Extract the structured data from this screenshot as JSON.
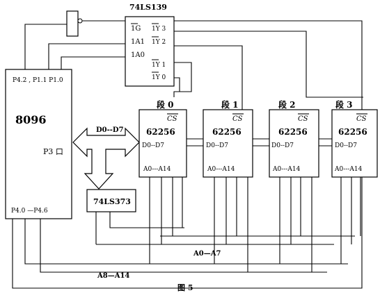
{
  "figure": {
    "caption": "图 5"
  },
  "cpu": {
    "name": "8096",
    "port_p3": "P3 口",
    "port_top": "P4.2 , P1.1 P1.0",
    "port_bottom": "P4.0 —P4.6"
  },
  "decoder": {
    "name": "74LS139",
    "inputs": [
      "1G",
      "1A1",
      "1A0"
    ],
    "outputs": [
      "1Y 3",
      "1Y 2",
      "1Y 1",
      "1Y 0"
    ]
  },
  "latch": {
    "name": "74LS373"
  },
  "bus": {
    "data_label": "D0--D7",
    "addr_low_label": "A0—A7",
    "addr_high_label": "A8—A14"
  },
  "memory": [
    {
      "segment": "段 0",
      "cs": "CS",
      "chip": "62256",
      "data": "D0--D7",
      "addr": "A0---A14"
    },
    {
      "segment": "段 1",
      "cs": "CS",
      "chip": "62256",
      "data": "D0--D7",
      "addr": "A0---A14"
    },
    {
      "segment": "段 2",
      "cs": "CS",
      "chip": "62256",
      "data": "D0--D7",
      "addr": "A0---A14"
    },
    {
      "segment": "段 3",
      "cs": "CS",
      "chip": "62256",
      "data": "D0--D7",
      "addr": "A0---A14"
    }
  ],
  "style": {
    "line_color": "#000000",
    "background": "#ffffff"
  }
}
